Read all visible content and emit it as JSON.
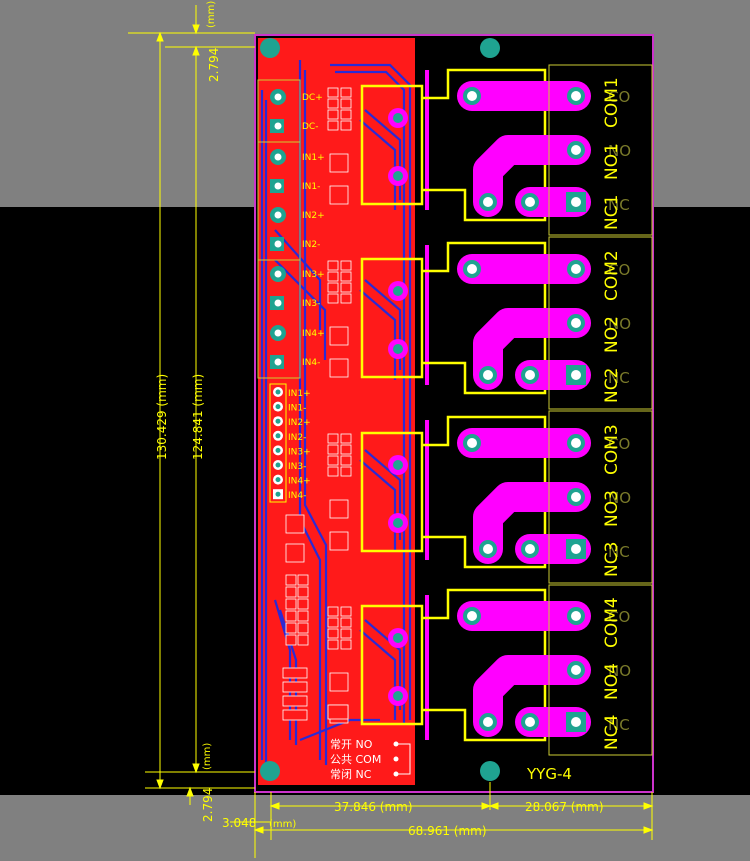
{
  "board": {
    "name": "YYG-4",
    "colors": {
      "background": "#000000",
      "overlay_grey": "#808080",
      "copper_top": "#ff1a1a",
      "copper_bottom": "#2a2ad6",
      "pad": "#ff00ff",
      "silkscreen": "#ffff00",
      "outline": "#cc33cc",
      "drill": "#1fa391"
    }
  },
  "dimensions": {
    "top_edge": "2.794",
    "top_unit": "(mm)",
    "bottom_edge": "2.794",
    "bottom_unit": "(mm)",
    "total_height": "130.429 (mm)",
    "inner_height": "124.841 (mm)",
    "left_offset": "3.048",
    "left_offset_unit": "(mm)",
    "left_section": "37.846 (mm)",
    "right_section": "28.067 (mm)",
    "total_width": "68.961 (mm)"
  },
  "power_labels": [
    "DC+",
    "DC-"
  ],
  "channel_labels": [
    "IN1+",
    "IN1-",
    "IN2+",
    "IN2-",
    "IN3+",
    "IN3-",
    "IN4+",
    "IN4-"
  ],
  "header_labels": [
    "IN1+",
    "IN1-",
    "IN2+",
    "IN2-",
    "IN3+",
    "IN3-",
    "IN4+",
    "IN4-"
  ],
  "relays": [
    {
      "com": "COM1",
      "no": "NO1",
      "nc": "NC1"
    },
    {
      "com": "COM2",
      "no": "NO2",
      "nc": "NC2"
    },
    {
      "com": "COM3",
      "no": "NO3",
      "nc": "NC3"
    },
    {
      "com": "COM4",
      "no": "NO4",
      "nc": "NC4"
    }
  ],
  "ghost_labels": {
    "com": "CO",
    "no": "NO",
    "nc": "NC"
  },
  "legend": [
    {
      "label": "NO",
      "prefix": "常开"
    },
    {
      "label": "COM",
      "prefix": "公共"
    },
    {
      "label": "NC",
      "prefix": "常闭"
    }
  ]
}
